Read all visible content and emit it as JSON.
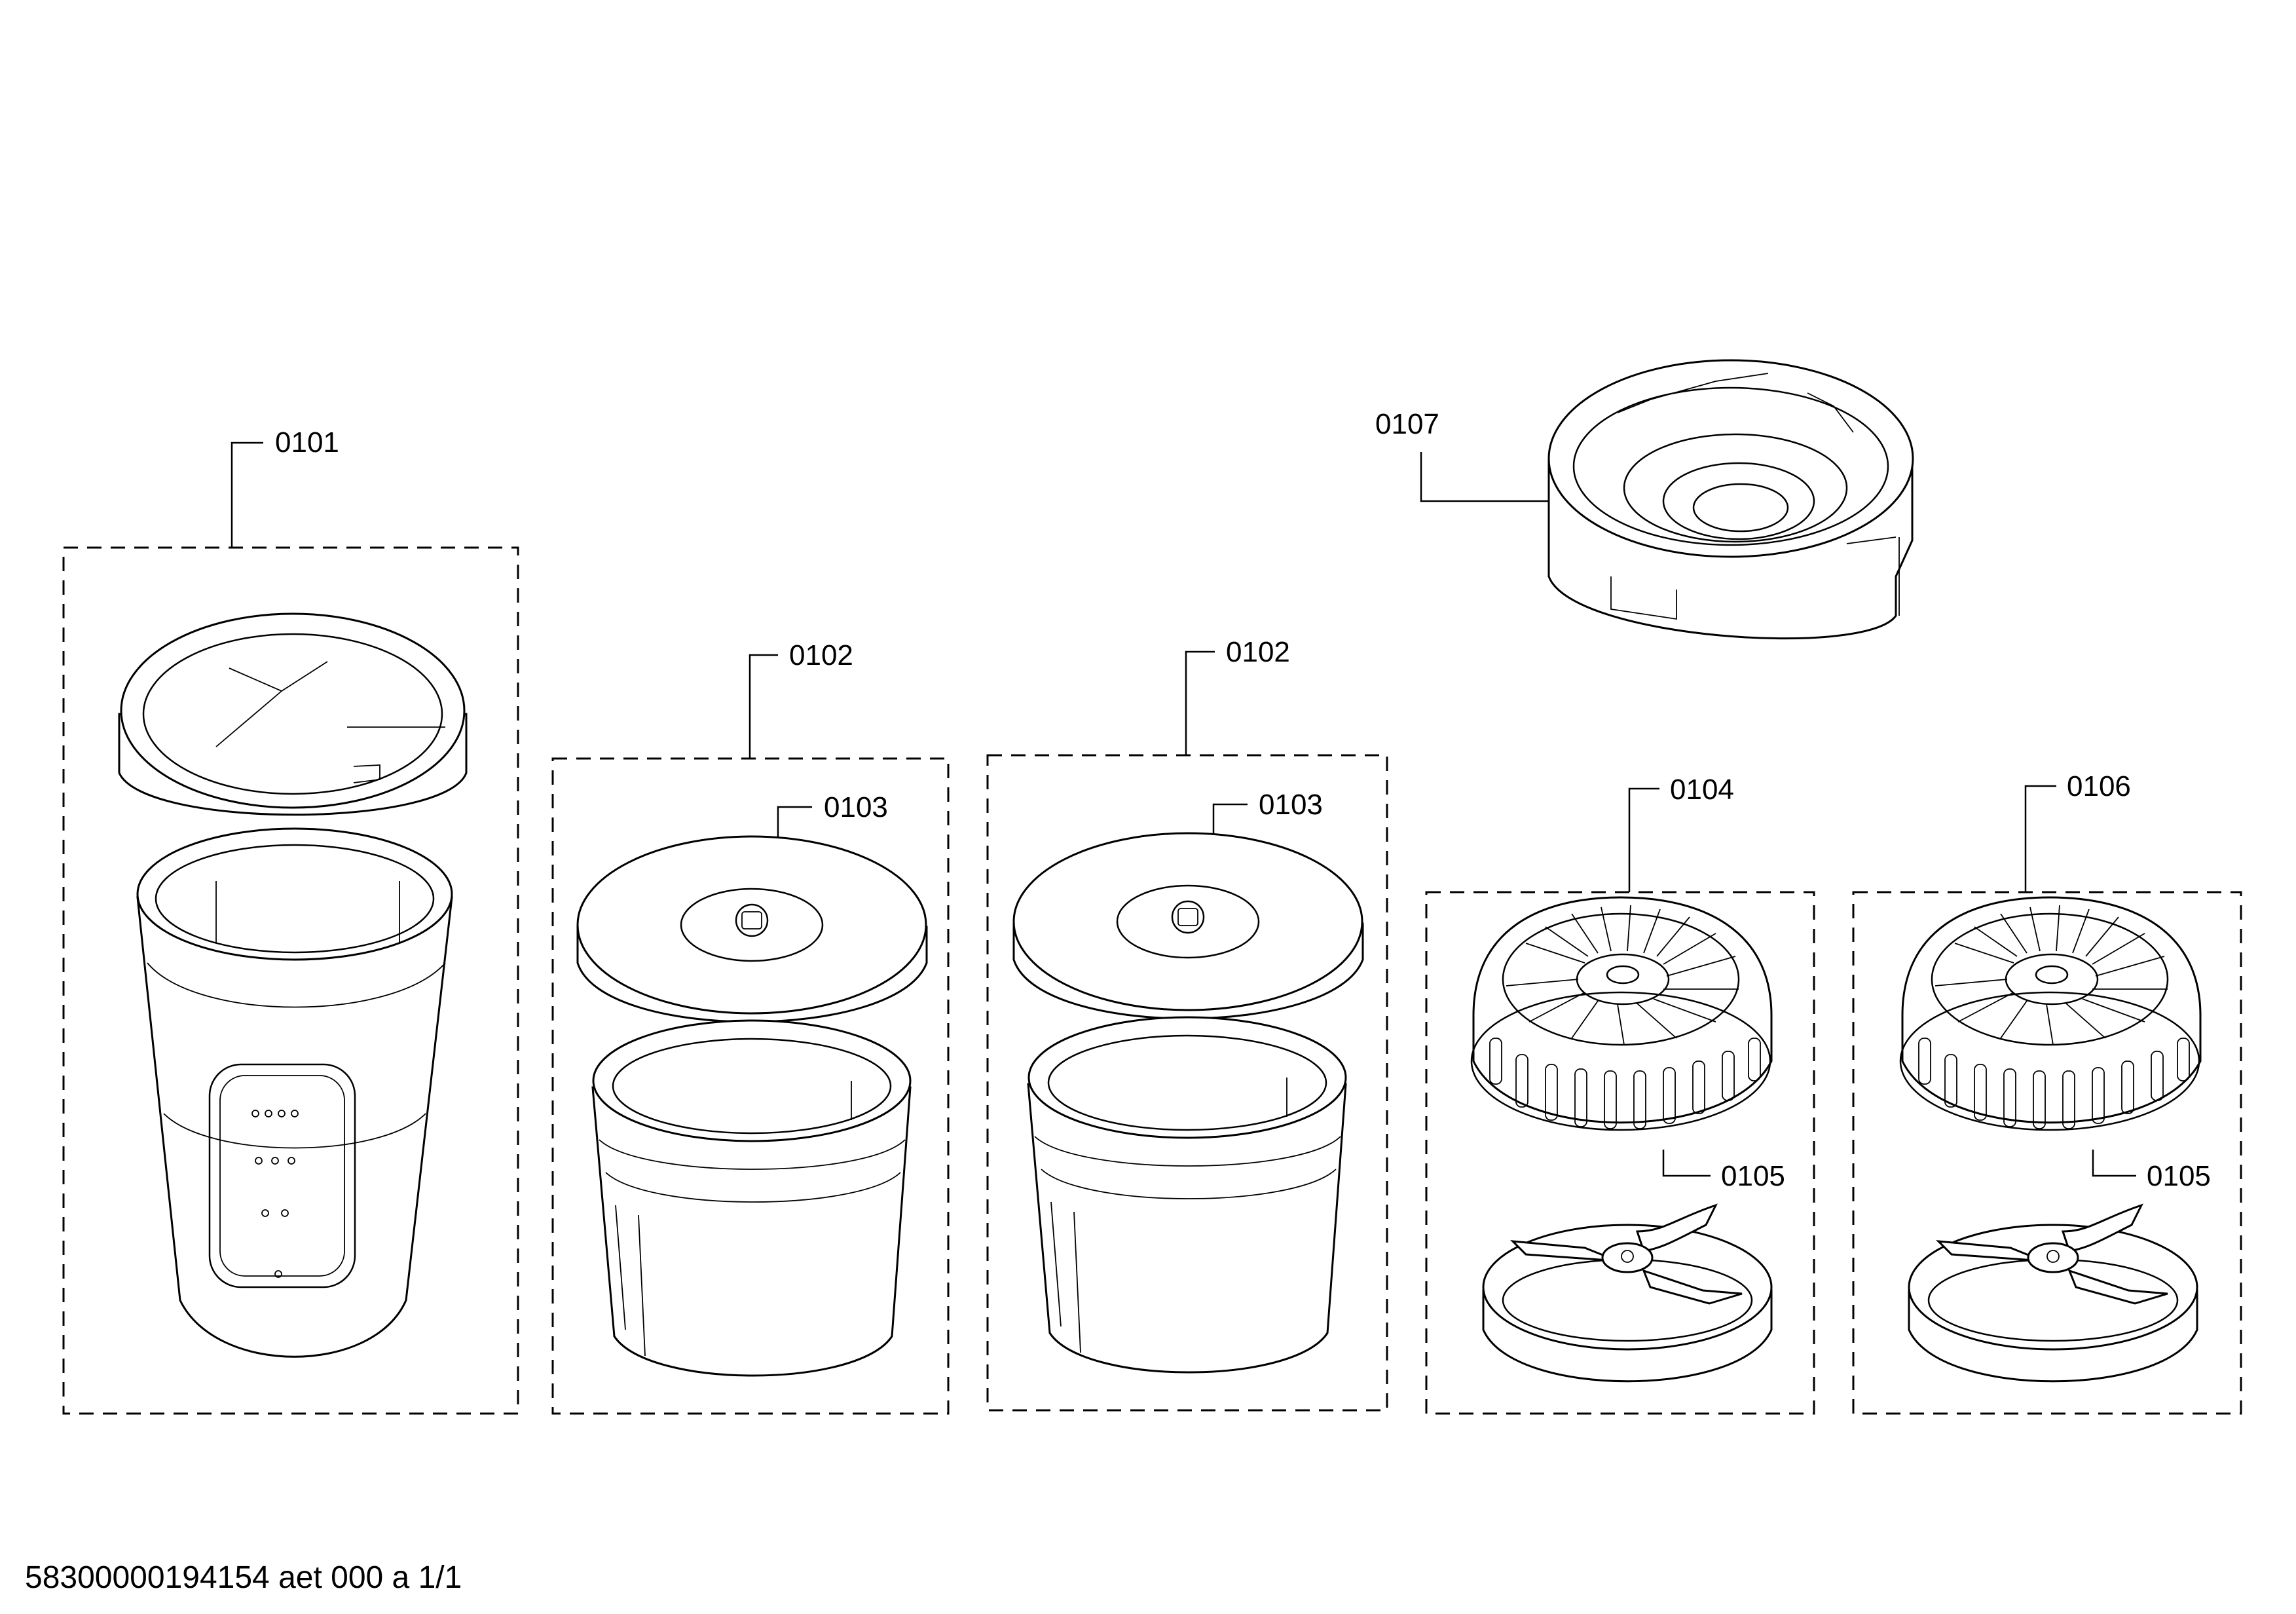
{
  "labels": {
    "p0101": "0101",
    "p0102a": "0102",
    "p0102b": "0102",
    "p0103a": "0103",
    "p0103b": "0103",
    "p0104": "0104",
    "p0105a": "0105",
    "p0105b": "0105",
    "p0106": "0106",
    "p0107": "0107"
  },
  "footer": "58300000194154 aet 000 a 1/1",
  "colors": {
    "line": "#000000",
    "background": "#ffffff"
  }
}
